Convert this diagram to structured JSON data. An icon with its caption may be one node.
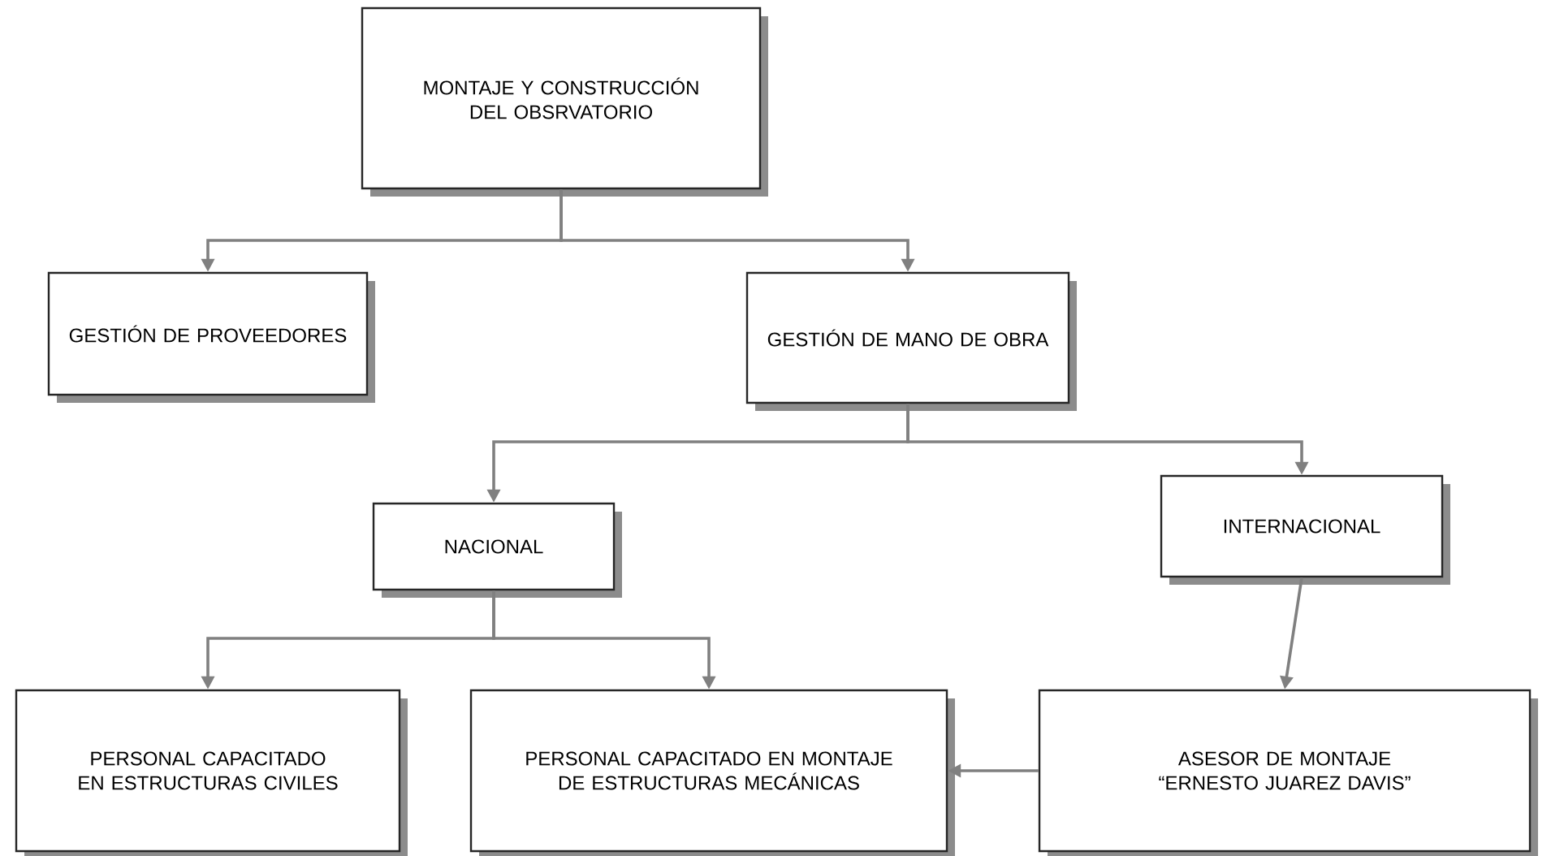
{
  "diagram": {
    "nodes": [
      {
        "text": [
          "MONTAJE Y CONSTRUCCIÓN DEL OBSRVATORIO"
        ]
      },
      {
        "text": [
          "GESTIÓN DE PROVEEDORES"
        ]
      },
      {
        "text": [
          "GESTIÓN DE MANO DE OBRA"
        ]
      },
      {
        "text": [
          "NACIONAL"
        ]
      },
      {
        "text": [
          "INTERNACIONAL"
        ]
      },
      {
        "text": [
          "PERSONAL CAPACITADO EN ESTRUCTURAS CIVILES"
        ]
      },
      {
        "text": [
          "PERSONAL CAPACITADO EN MONTAJE DE ESTRUCTURAS MECÁNICAS"
        ]
      },
      {
        "text": [
          "ASESOR DE MONTAJE “ERNESTO JUAREZ DAVIS”"
        ]
      }
    ],
    "edges": [
      {
        "from": 0,
        "to": 1,
        "arrow": "to"
      },
      {
        "from": 0,
        "to": 2,
        "arrow": "to"
      },
      {
        "from": 2,
        "to": 3,
        "arrow": "to"
      },
      {
        "from": 2,
        "to": 4,
        "arrow": "to"
      },
      {
        "from": 3,
        "to": 5,
        "arrow": "to"
      },
      {
        "from": 3,
        "to": 6,
        "arrow": "to"
      },
      {
        "from": 4,
        "to": 7,
        "arrow": "to"
      },
      {
        "from": 7,
        "to": 6,
        "arrow": "to"
      }
    ]
  }
}
